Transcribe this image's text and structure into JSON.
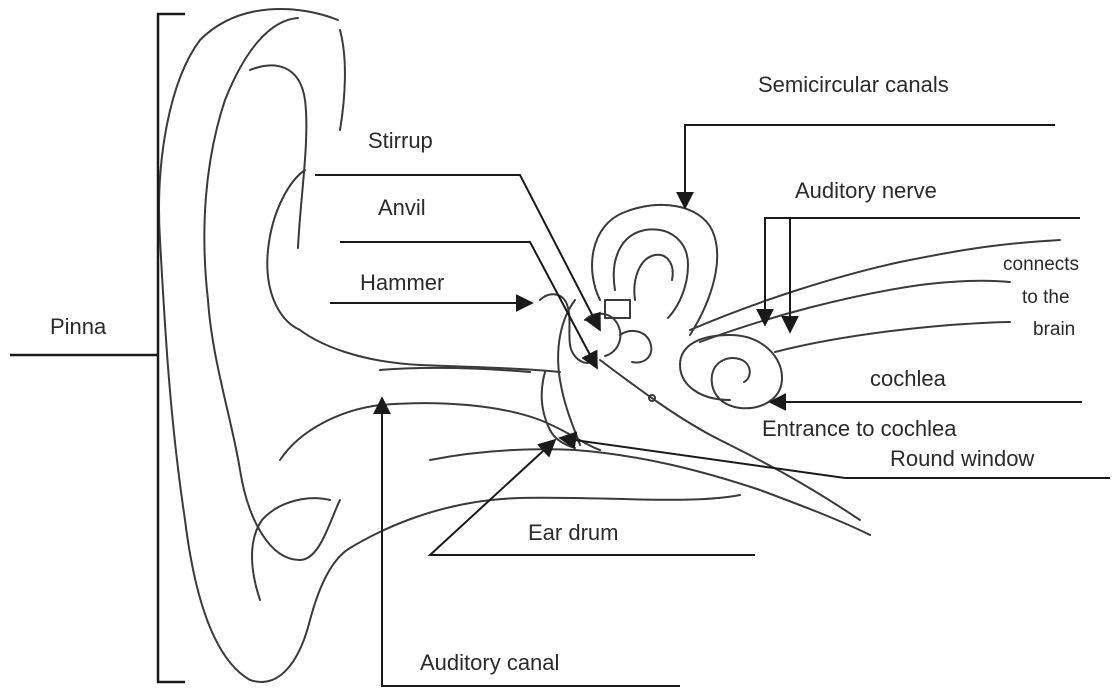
{
  "labels": {
    "pinna": "Pinna",
    "stirrup": "Stirrup",
    "anvil": "Anvil",
    "hammer": "Hammer",
    "semicircular_canals": "Semicircular canals",
    "auditory_nerve": "Auditory nerve",
    "connects_line1": "connects",
    "connects_line2": "to the",
    "connects_line3": "brain",
    "cochlea": "cochlea",
    "entrance_to_cochlea": "Entrance to cochlea",
    "round_window": "Round window",
    "ear_drum": "Ear drum",
    "auditory_canal": "Auditory canal"
  },
  "colors": {
    "ink": "#1a1a1a",
    "background": "#ffffff"
  }
}
